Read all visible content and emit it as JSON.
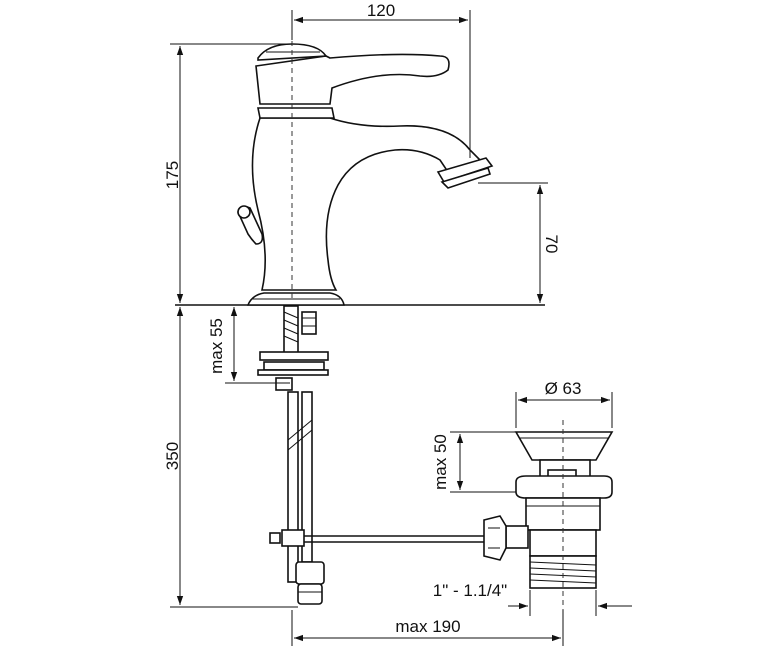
{
  "dimensions": {
    "spout_reach": "120",
    "total_height": "175",
    "spout_height": "70",
    "mounting_thickness": "max 55",
    "drain_length": "350",
    "plug_diameter": "Ø 63",
    "waste_thickness": "max 50",
    "waste_thread": "1\" - 1.1/4\"",
    "rod_length": "max 190"
  }
}
